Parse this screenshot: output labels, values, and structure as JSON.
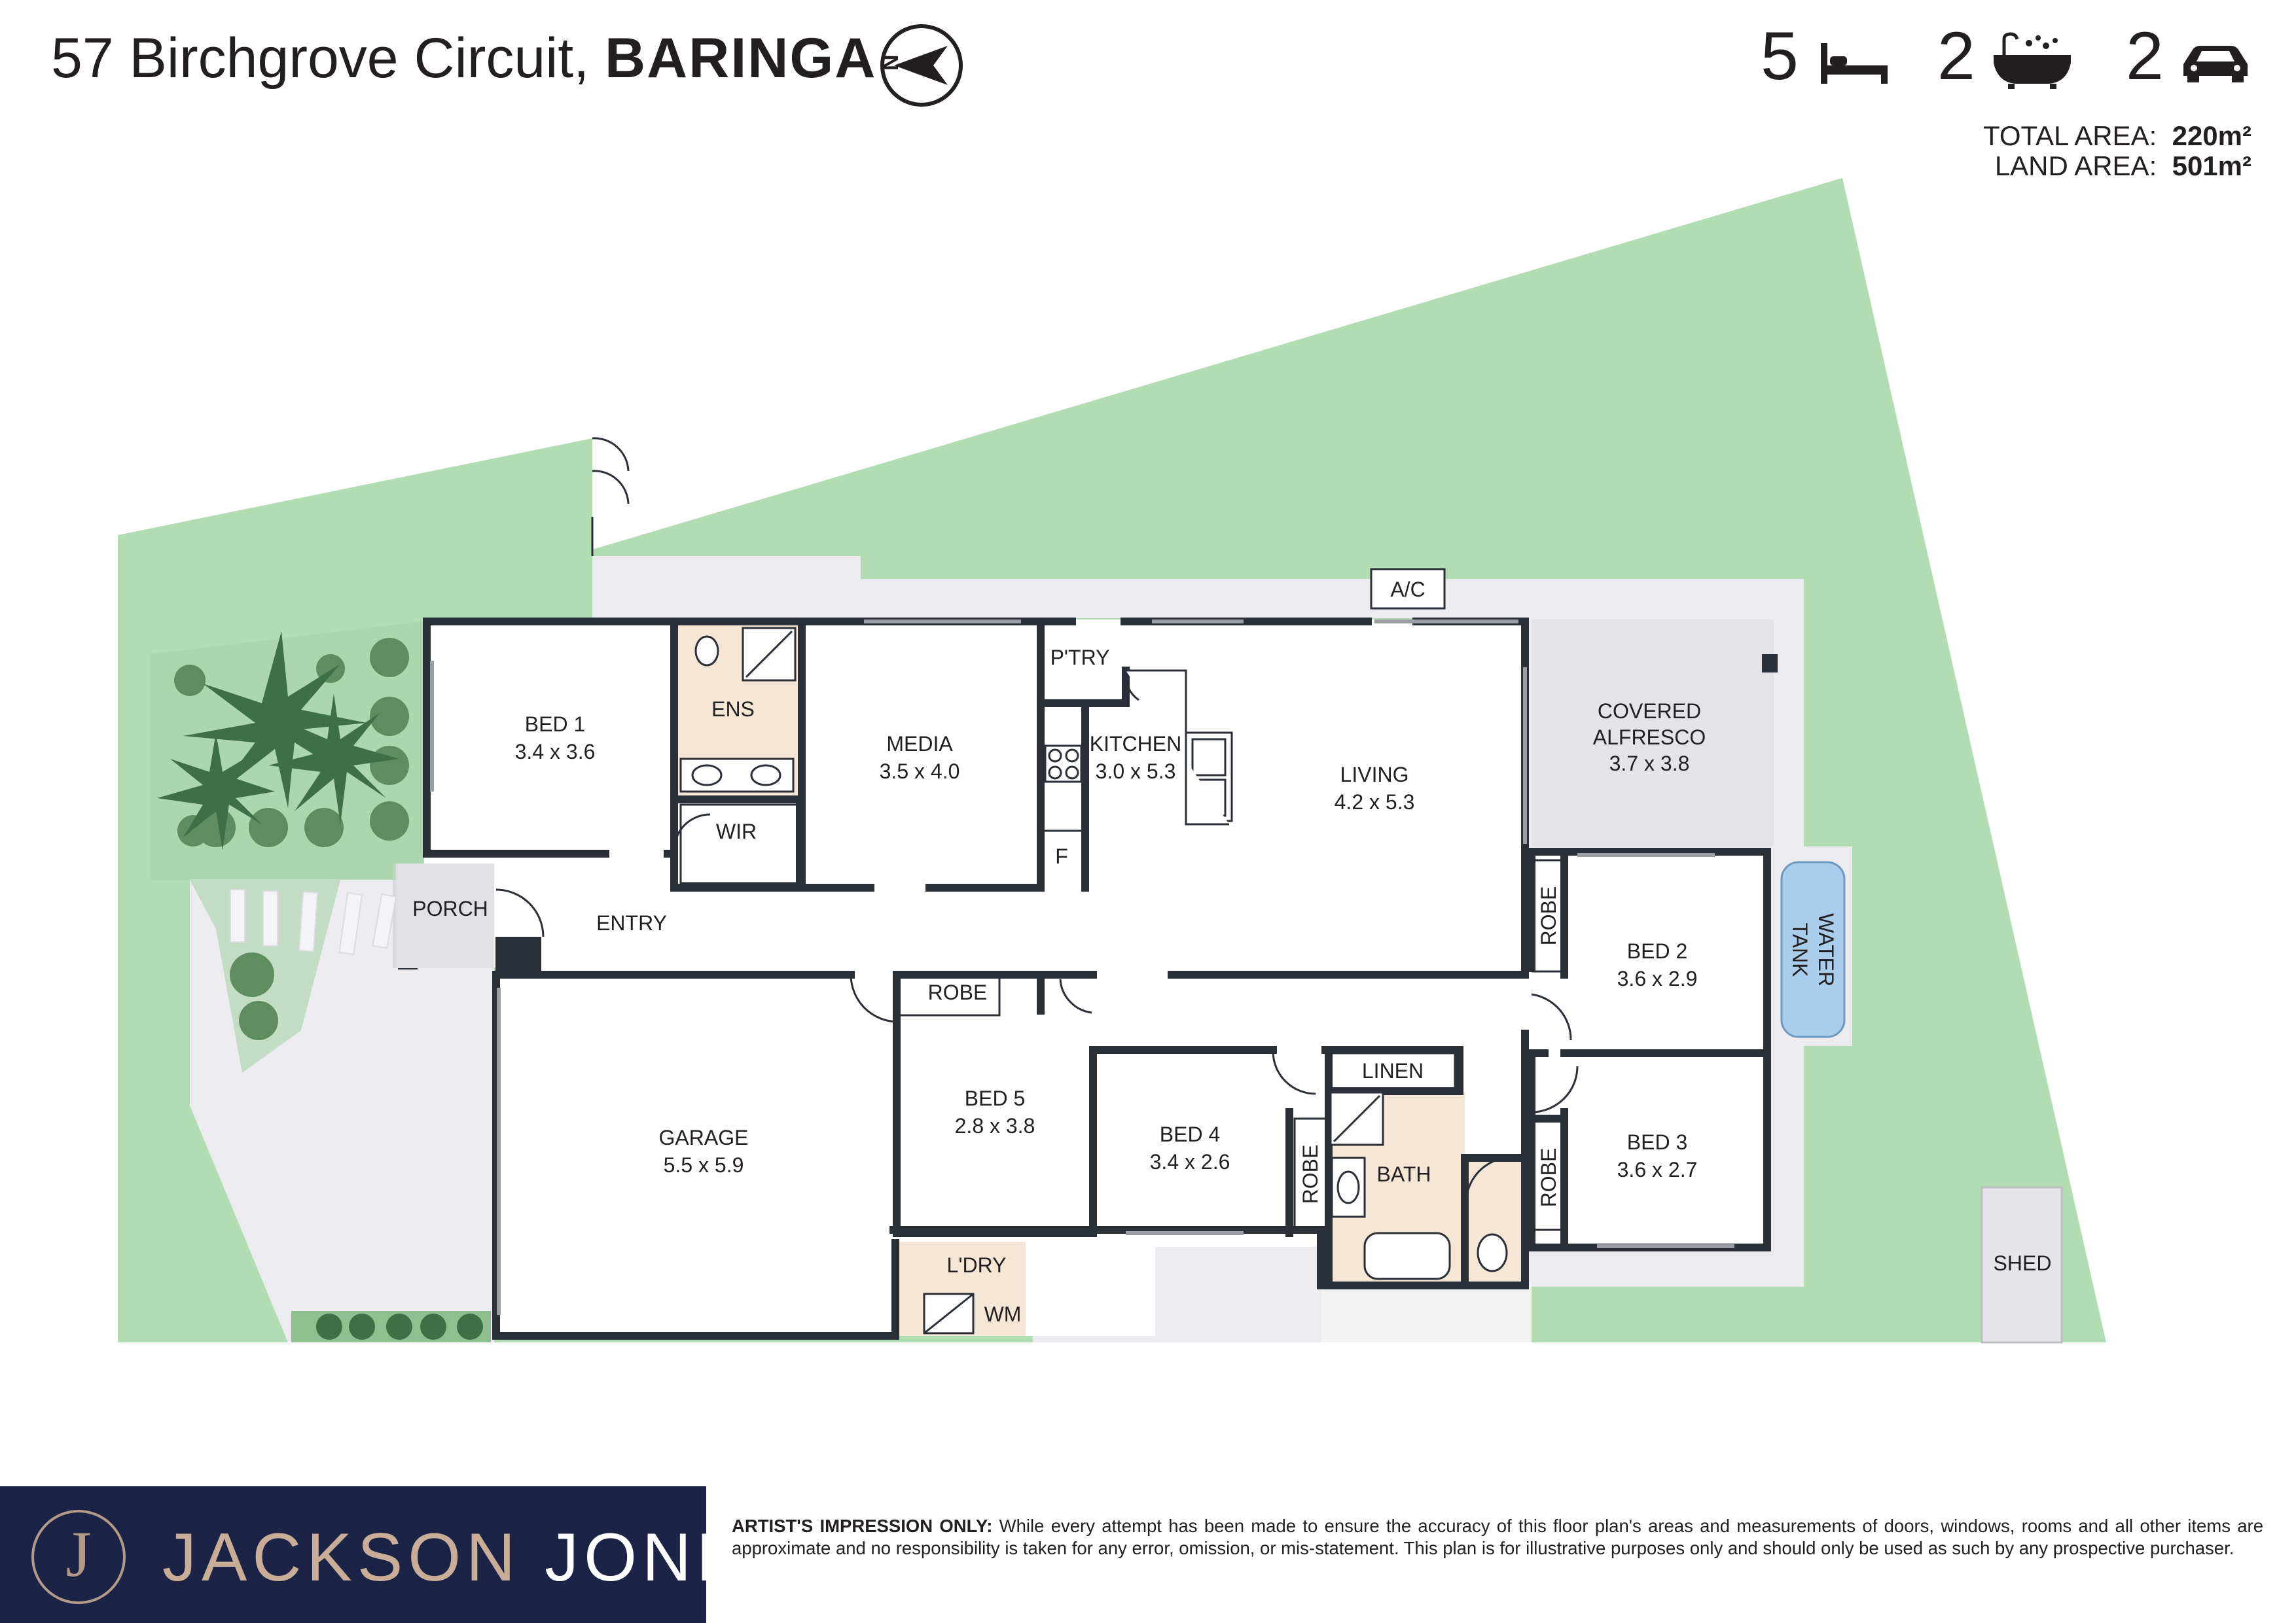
{
  "header": {
    "street": "57 Birchgrove Circuit,",
    "suburb": "BARINGA"
  },
  "features": {
    "bedrooms": "5",
    "bathrooms": "2",
    "car_spaces": "2",
    "bed_icon": "bed-icon",
    "bath_icon": "bathtub-icon",
    "car_icon": "car-icon"
  },
  "areas": {
    "total_label": "TOTAL AREA:",
    "total_value": "220m²",
    "land_label": "LAND AREA:",
    "land_value": "501m²"
  },
  "rooms": {
    "bed1": {
      "name": "BED 1",
      "size": "3.4 x 3.6"
    },
    "ens": "ENS",
    "wir": "WIR",
    "media": {
      "name": "MEDIA",
      "size": "3.5 x 4.0"
    },
    "ptry": "P'TRY",
    "kitchen": {
      "name": "KITCHEN",
      "size": "3.0 x 5.3"
    },
    "fridge": "F",
    "living": {
      "name": "LIVING",
      "size": "4.2 x 5.3"
    },
    "alfresco": {
      "name1": "COVERED",
      "name2": "ALFRESCO",
      "size": "3.7 x 3.8"
    },
    "ac": "A/C",
    "porch": "PORCH",
    "entry": "ENTRY",
    "garage": {
      "name": "GARAGE",
      "size": "5.5 x 5.9"
    },
    "robe5": "ROBE",
    "bed5": {
      "name": "BED 5",
      "size": "2.8 x 3.8"
    },
    "bed4": {
      "name": "BED 4",
      "size": "3.4 x 2.6"
    },
    "robe4": "ROBE",
    "linen": "LINEN",
    "bath": "BATH",
    "ldry": "L'DRY",
    "wm": "WM",
    "robe2": "ROBE",
    "bed2": {
      "name": "BED 2",
      "size": "3.6 x 2.9"
    },
    "robe3": "ROBE",
    "bed3": {
      "name": "BED 3",
      "size": "3.6 x 2.7"
    },
    "water_tank1": "WATER",
    "water_tank2": "TANK",
    "shed": "SHED"
  },
  "footer": {
    "brand_first": "JACKSON",
    "brand_second": "JONES",
    "logo_letter": "J",
    "disclaimer_lead": "ARTIST'S IMPRESSION ONLY:",
    "disclaimer_body": "While every attempt has been made to ensure the accuracy of this floor plan's areas and measurements of doors, windows, rooms and all other items are approximate and no responsibility is taken for any error, omission, or mis-statement. This plan is for illustrative purposes only and should only be used as such by any prospective purchaser."
  },
  "colors": {
    "lawn": "#b2dcb1",
    "paving": "#ebebf0",
    "wall": "#2b2f38",
    "tiles": "#f5e6d6",
    "alfresco": "#e3e3e8",
    "water_tank": "#a9cdea",
    "brand_navy": "#1b2447",
    "brand_gold": "#c9ad96"
  }
}
